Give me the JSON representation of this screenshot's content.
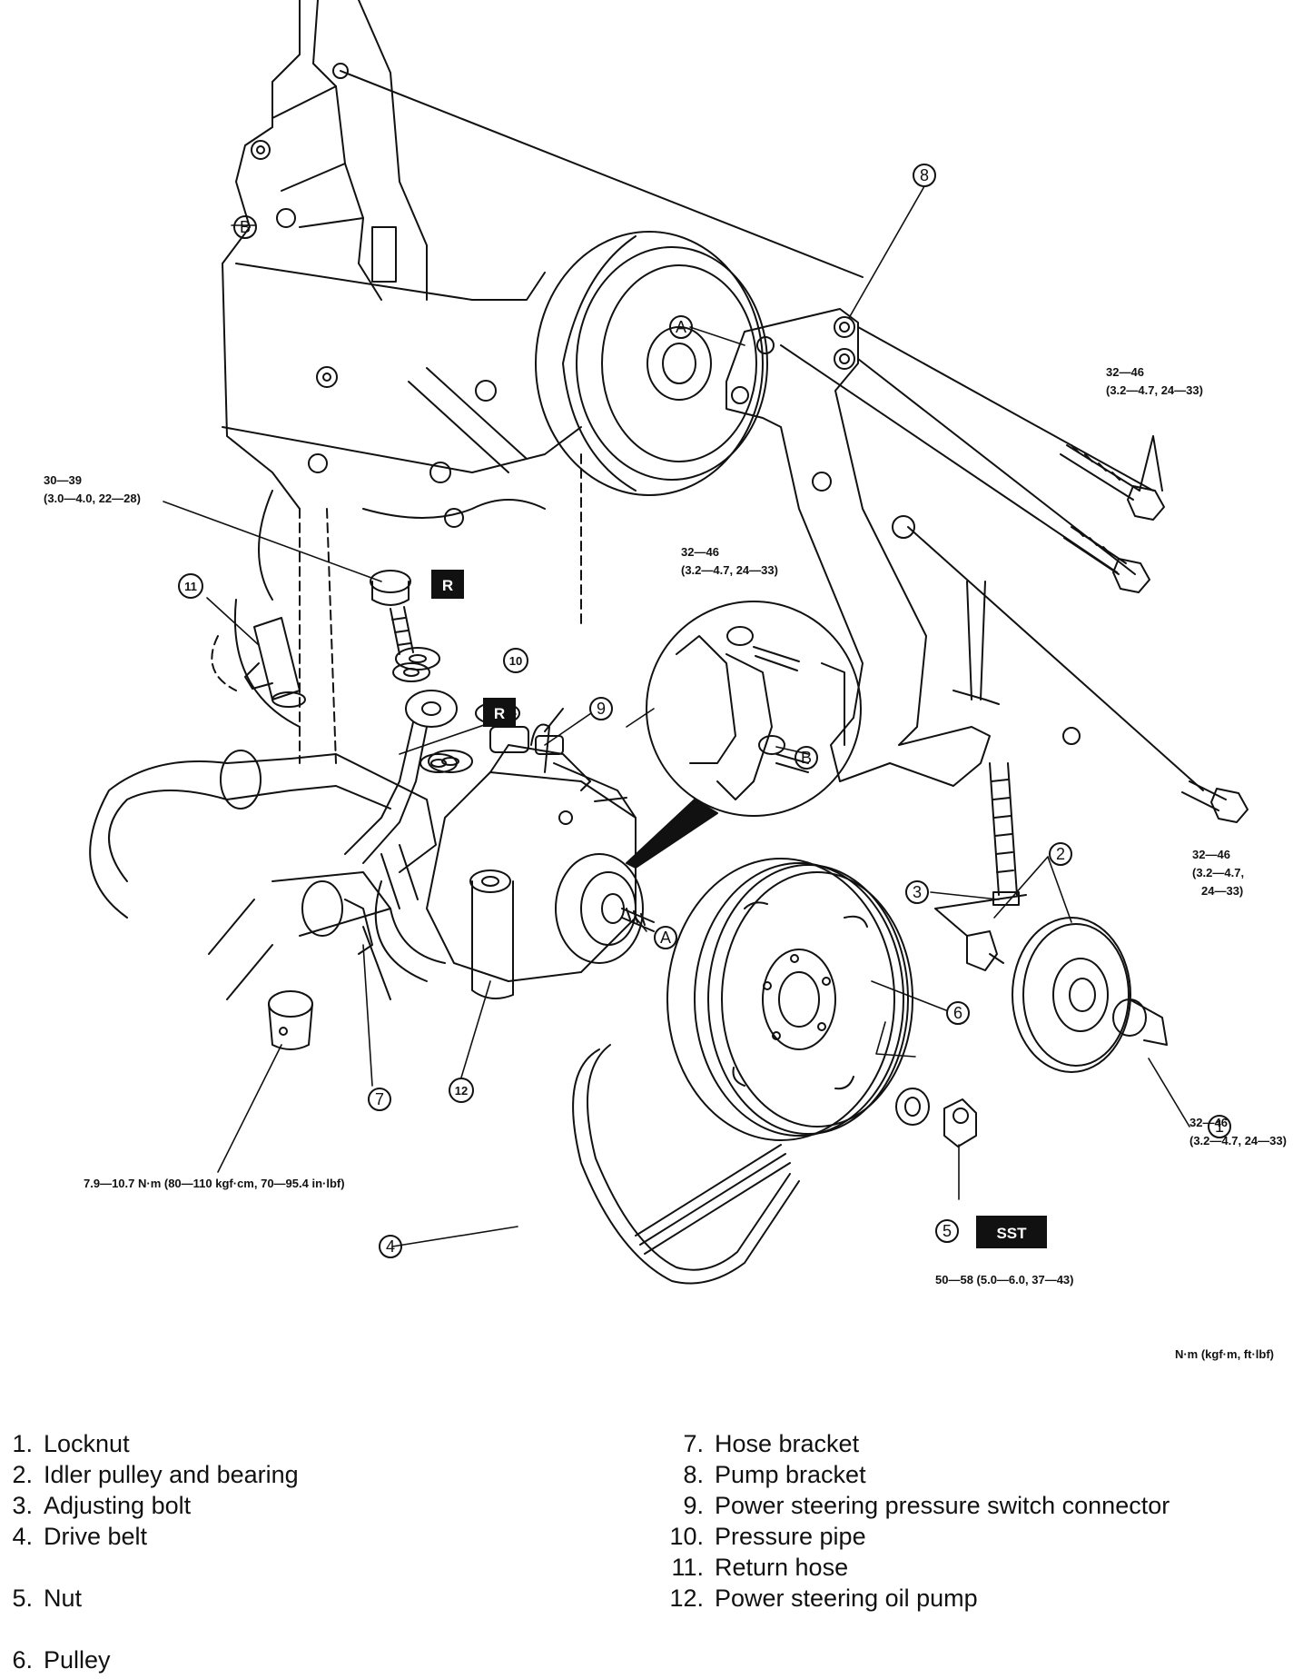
{
  "callouts": {
    "c1": "1",
    "c2": "2",
    "c3": "3",
    "c4": "4",
    "c5": "5",
    "c6": "6",
    "c7": "7",
    "c8": "8",
    "c9": "9",
    "c10": "10",
    "c11": "11",
    "c12": "12",
    "a1": "A",
    "a2": "A",
    "b1": "B",
    "b2": "B"
  },
  "badges": {
    "r1": "R",
    "r2": "R",
    "sst": "SST"
  },
  "torques": {
    "t1_line1": "32—46",
    "t1_line2": "(3.2—4.7, 24—33)",
    "t2_line1": "30—39",
    "t2_line2": "(3.0—4.0, 22—28)",
    "t3_line1": "32—46",
    "t3_line2": "(3.2—4.7, 24—33)",
    "t4_line1": "32—46",
    "t4_line2": "(3.2—4.7,",
    "t4_line3": "24—33)",
    "t5_line1": "32—46",
    "t5_line2": "(3.2—4.7, 24—33)",
    "t6": "7.9—10.7 N·m (80—110 kgf·cm,  70—95.4 in·lbf)",
    "t7": "50—58 (5.0—6.0, 37—43)",
    "units": "N·m (kgf·m, ft·lbf)"
  },
  "legend_left": [
    {
      "num": "1.",
      "label": "Locknut"
    },
    {
      "num": "2.",
      "label": "Idler pulley and bearing"
    },
    {
      "num": "3.",
      "label": "Adjusting bolt"
    },
    {
      "num": "4.",
      "label": "Drive belt"
    },
    {
      "num": "5.",
      "label": "Nut"
    },
    {
      "num": "6.",
      "label": "Pulley"
    }
  ],
  "legend_right": [
    {
      "num": "7.",
      "label": "Hose bracket"
    },
    {
      "num": "8.",
      "label": "Pump bracket"
    },
    {
      "num": "9.",
      "label": "Power steering pressure switch connector"
    },
    {
      "num": "10.",
      "label": "Pressure pipe"
    },
    {
      "num": "11.",
      "label": "Return hose"
    },
    {
      "num": "12.",
      "label": "Power steering oil pump"
    }
  ]
}
